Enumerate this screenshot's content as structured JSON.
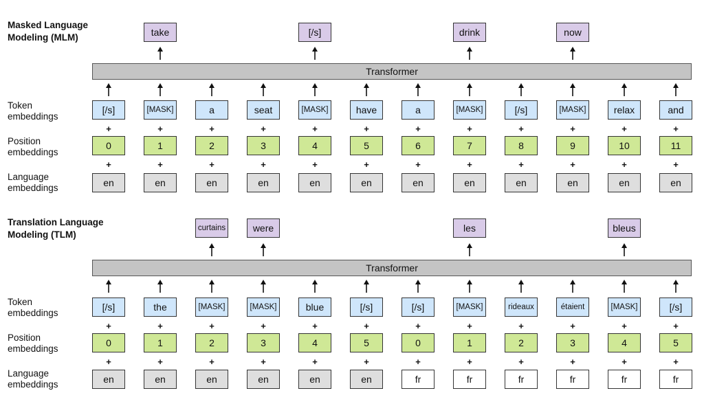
{
  "mlm": {
    "title": "Masked Language\nModeling (MLM)",
    "transformer_label": "Transformer",
    "outputs": [
      {
        "col": 1,
        "text": "take"
      },
      {
        "col": 4,
        "text": "[/s]"
      },
      {
        "col": 7,
        "text": "drink"
      },
      {
        "col": 9,
        "text": "now"
      }
    ],
    "tokens": [
      "[/s]",
      "[MASK]",
      "a",
      "seat",
      "[MASK]",
      "have",
      "a",
      "[MASK]",
      "[/s]",
      "[MASK]",
      "relax",
      "and"
    ],
    "positions": [
      "0",
      "1",
      "2",
      "3",
      "4",
      "5",
      "6",
      "7",
      "8",
      "9",
      "10",
      "11"
    ],
    "languages": [
      "en",
      "en",
      "en",
      "en",
      "en",
      "en",
      "en",
      "en",
      "en",
      "en",
      "en",
      "en"
    ]
  },
  "tlm": {
    "title": "Translation Language\nModeling (TLM)",
    "transformer_label": "Transformer",
    "outputs": [
      {
        "col": 2,
        "text": "curtains"
      },
      {
        "col": 3,
        "text": "were"
      },
      {
        "col": 7,
        "text": "les"
      },
      {
        "col": 10,
        "text": "bleus"
      }
    ],
    "tokens": [
      "[/s]",
      "the",
      "[MASK]",
      "[MASK]",
      "blue",
      "[/s]",
      "[/s]",
      "[MASK]",
      "rideaux",
      "étaient",
      "[MASK]",
      "[/s]"
    ],
    "positions": [
      "0",
      "1",
      "2",
      "3",
      "4",
      "5",
      "0",
      "1",
      "2",
      "3",
      "4",
      "5"
    ],
    "languages": [
      "en",
      "en",
      "en",
      "en",
      "en",
      "en",
      "fr",
      "fr",
      "fr",
      "fr",
      "fr",
      "fr"
    ]
  },
  "row_labels": {
    "token": "Token\nembeddings",
    "position": "Position\nembeddings",
    "language": "Language\nembeddings"
  },
  "plus_sign": "+",
  "colors": {
    "token": "#cfe6fb",
    "position": "#cfe896",
    "language_en": "#dedede",
    "language_fr": "#ffffff",
    "output": "#d9cbe8",
    "transformer": "#c4c4c4"
  }
}
